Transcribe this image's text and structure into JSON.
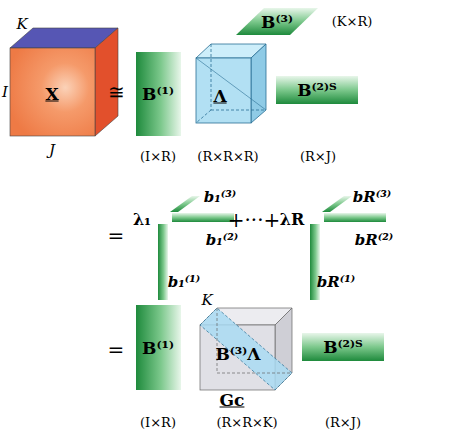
{
  "diagram": {
    "nodes": [
      {
        "text": [
          "X"
        ]
      },
      {
        "text": [
          "B⁽¹⁾"
        ]
      },
      {
        "text": [
          "B⁽³⁾"
        ]
      },
      {
        "text": [
          "Λ"
        ]
      },
      {
        "text": [
          "B⁽²⁾ᵀ"
        ]
      },
      {
        "text": [
          "b₁⁽³⁾"
        ]
      },
      {
        "text": [
          "b₁⁽²⁾"
        ]
      },
      {
        "text": [
          "b₁⁽¹⁾"
        ]
      },
      {
        "text": [
          "bR⁽³⁾"
        ]
      },
      {
        "text": [
          "bR⁽²⁾"
        ]
      },
      {
        "text": [
          "bR⁽¹⁾"
        ]
      },
      {
        "text": [
          "B⁽¹⁾"
        ]
      },
      {
        "text": [
          "B⁽³⁾Λ",
          "Gc"
        ]
      },
      {
        "text": [
          "B⁽²⁾ᵀ"
        ]
      }
    ],
    "labels": [
      "K",
      "I",
      "J",
      "≅",
      "(K×R)",
      "(I×R)",
      "(R×R×R)",
      "(R×J)",
      "=",
      "λ₁",
      "+···+",
      "λR",
      "=",
      "K",
      "(I×R)",
      "(R×R×K)",
      "(R×J)"
    ]
  }
}
